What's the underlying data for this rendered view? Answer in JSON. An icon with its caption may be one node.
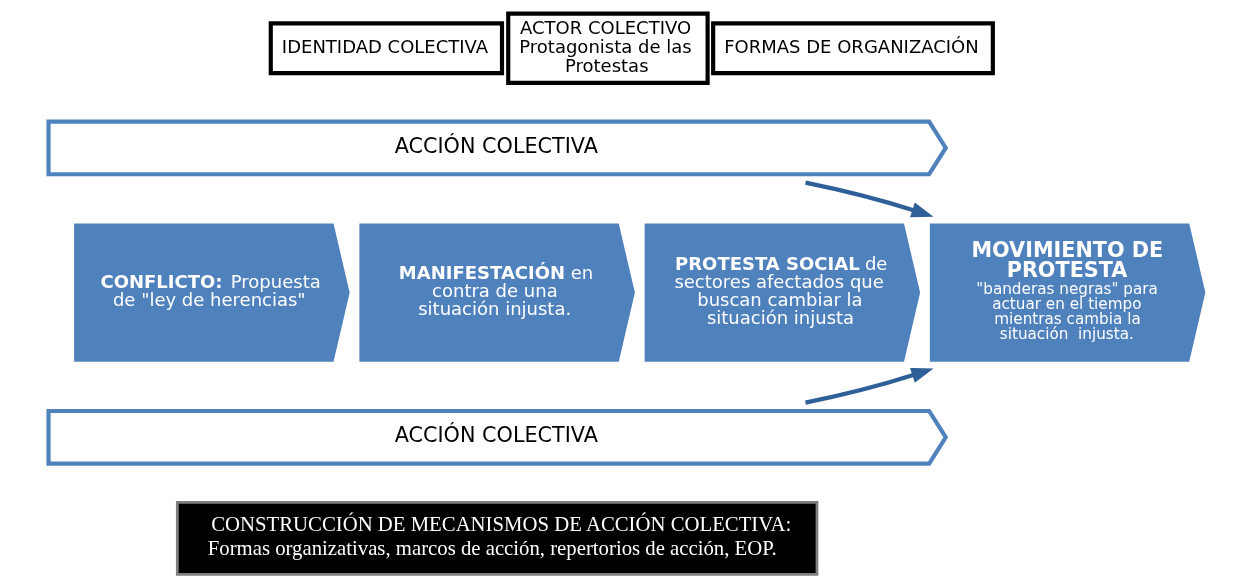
{
  "diagram": {
    "nodes": [
      {
        "text": [
          "IDENTIDAD COLECTIVA"
        ]
      },
      {
        "text": [
          "ACTOR COLECTIVO",
          "Protagonista de las Protestas"
        ]
      },
      {
        "text": [
          "FORMAS DE ORGANIZACIÓN"
        ]
      },
      {
        "text": [
          "ACCIÓN COLECTIVA"
        ]
      },
      {
        "text": [
          "**CONFLICTO:** Propuesta de \"ley de herencias\""
        ]
      },
      {
        "text": [
          "**MANIFESTACIÓN** en contra de una situación injusta."
        ]
      },
      {
        "text": [
          "**PROTESTA SOCIAL** de sectores afectados que buscan cambiar la situación injusta"
        ]
      },
      {
        "text": [
          "MOVIMIENTO DE PROTESTA",
          "\"banderas negras\" para actuar en el tiempo mientras cambia la situación  injusta."
        ]
      },
      {
        "text": [
          "ACCIÓN COLECTIVA"
        ]
      },
      {
        "text": [
          "CONSTRUCCIÓN DE MECANISMOS DE ACCIÓN COLECTIVA:",
          "Formas organizativas, marcos de acción, repertorios de acción, EOP."
        ]
      }
    ],
    "edges": [
      {
        "from": 3,
        "to": 7,
        "arrow": "to"
      },
      {
        "from": 8,
        "to": 7,
        "arrow": "to"
      }
    ]
  }
}
